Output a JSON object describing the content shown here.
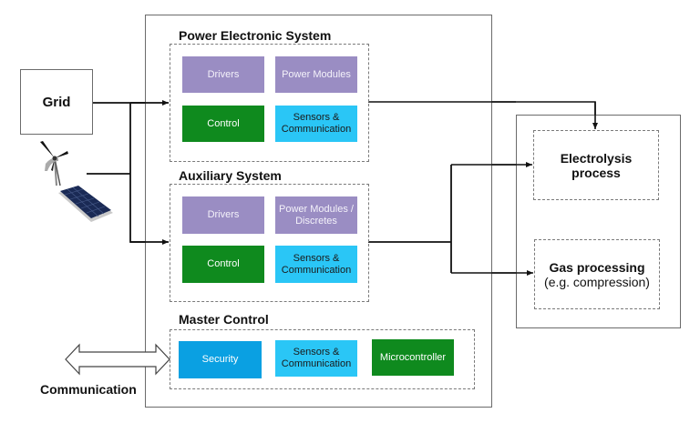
{
  "sources": {
    "grid": {
      "label": "Grid"
    },
    "renewables": {
      "icons": [
        "wind-turbine-icon",
        "solar-panel-icon"
      ]
    }
  },
  "power_electronic_system": {
    "title": "Power Electronic System",
    "blocks": [
      {
        "label": "Drivers",
        "color": "#9a8dc3"
      },
      {
        "label": "Power Modules",
        "color": "#9a8dc3"
      },
      {
        "label": "Control",
        "color": "#0f8a1e"
      },
      {
        "label": "Sensors & Communication",
        "line1": "Sensors &",
        "line2": "Communication",
        "color": "#2ac6f6"
      }
    ]
  },
  "auxiliary_system": {
    "title": "Auxiliary System",
    "blocks": [
      {
        "label": "Drivers",
        "color": "#9a8dc3"
      },
      {
        "label": "Power Modules / Discretes",
        "line1": "Power Modules /",
        "line2": "Discretes",
        "color": "#9a8dc3"
      },
      {
        "label": "Control",
        "color": "#0f8a1e"
      },
      {
        "label": "Sensors & Communication",
        "line1": "Sensors &",
        "line2": "Communication",
        "color": "#2ac6f6"
      }
    ]
  },
  "master_control": {
    "title": "Master Control",
    "blocks": [
      {
        "label": "Security",
        "color": "#0aa0e2"
      },
      {
        "label": "Sensors & Communication",
        "line1": "Sensors &",
        "line2": "Communication",
        "color": "#2ac6f6"
      },
      {
        "label": "Microcontroller",
        "color": "#0f8a1e"
      }
    ]
  },
  "communication": {
    "label": "Communication"
  },
  "process": {
    "electrolysis": {
      "line1": "Electrolysis",
      "line2": "process"
    },
    "gas": {
      "line1": "Gas processing",
      "line2": "(e.g. compression)"
    }
  }
}
